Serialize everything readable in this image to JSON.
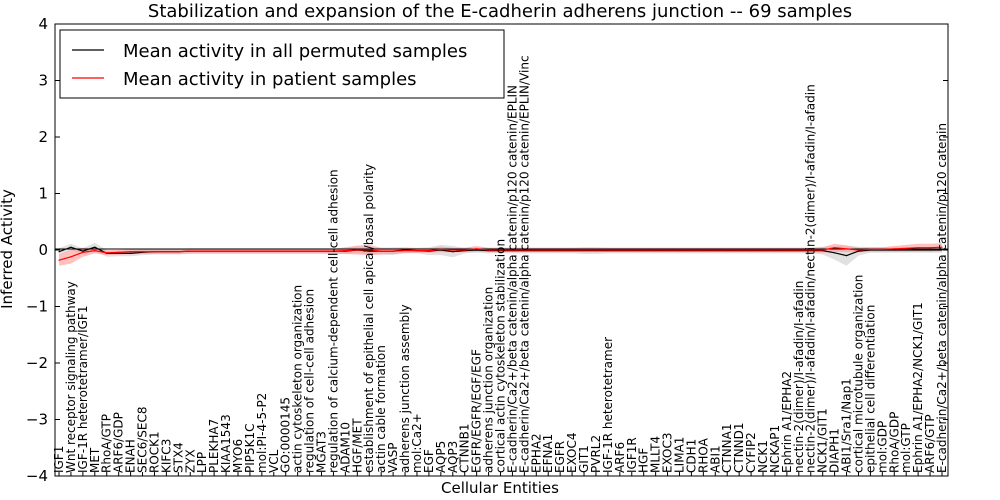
{
  "chart_data": {
    "type": "line",
    "title": "Stabilization and expansion of the E-cadherin adherens junction -- 69 samples",
    "xlabel": "Cellular Entities",
    "ylabel": "Inferred Activity",
    "ylim": [
      -4,
      4
    ],
    "yticks": [
      "−4",
      "−3",
      "−2",
      "−1",
      "0",
      "1",
      "2",
      "3",
      "4"
    ],
    "legend_position": "top-left",
    "grid": false,
    "categories": [
      "IGF1",
      "Wnt receptor signaling pathway",
      "IGF-1R heterotetramer/IGF1",
      "MET",
      "RhoA/GTP",
      "ARF6/GDP",
      "ENAH",
      "SEC6/SEC8",
      "ROCK1",
      "KIFC3",
      "STX4",
      "ZYX",
      "LPP",
      "PLEKHA7",
      "KIAA1543",
      "MYO6",
      "PIP5K1C",
      "mol:PI-4-5-P2",
      "VCL",
      "GO:0000145",
      "actin cytoskeleton organization",
      "regulation of cell-cell adhesion",
      "MGAT3",
      "regulation of calcium-dependent cell-cell adhesion",
      "ADAM10",
      "HGF/MET",
      "establishment of epithelial cell apical/basal polarity",
      "actin cable formation",
      "VASP",
      "adherens junction assembly",
      "mol:Ca2+",
      "EGF",
      "AQP5",
      "AQP3",
      "CTNNB1",
      "EGFR/EGFR/EGF/EGF",
      "adherens junction organization",
      "cortical actin cytoskeleton stabilization",
      "E-cadherin/Ca2+/beta catenin/alpha catenin/p120 catenin/EPLIN",
      "E-cadherin/Ca2+/beta catenin/alpha catenin/p120 catenin/EPLIN/Vinc",
      "EPHA2",
      "EFNA1",
      "EGFR",
      "EXOC4",
      "GIT1",
      "PVRL2",
      "IGF-1R heterotetramer",
      "ARF6",
      "IGF1R",
      "HGF",
      "MLLT4",
      "EXOC3",
      "LIMA1",
      "CDH1",
      "RHOA",
      "ABI1",
      "CTNNA1",
      "CTNND1",
      "CYFIP2",
      "NCK1",
      "NCKAP1",
      "Ephrin A1/EPHA2",
      "nectin-2(dimer)/I-afadin/I-afadin",
      "nectin-2(dimer)/I-afadin/I-afadin/nectin-2(dimer)/I-afadin/I-afadin",
      "NCK1/GIT1",
      "DIAPH1",
      "ABI1/Sra1/Nap1",
      "cortical microtubule organization",
      "epithelial cell differentiation",
      "mol:GDP",
      "RhoA/GDP",
      "mol:GTP",
      "Ephrin A1/EPHA2/NCK1/GIT1",
      "ARF6/GTP",
      "E-cadherin/Ca2+/beta catenin/alpha catenin/p120 catenin"
    ],
    "series": [
      {
        "name": "Mean activity in all permuted samples",
        "color": "#000000",
        "band_color": "#c8c8c8",
        "values": [
          -0.03,
          0.05,
          -0.02,
          0.05,
          -0.06,
          -0.06,
          -0.06,
          -0.04,
          -0.03,
          -0.03,
          -0.03,
          -0.02,
          -0.02,
          -0.02,
          -0.02,
          -0.02,
          -0.02,
          -0.02,
          -0.02,
          -0.02,
          -0.02,
          -0.02,
          -0.02,
          -0.02,
          -0.02,
          0.0,
          -0.02,
          -0.02,
          -0.02,
          0.0,
          -0.01,
          -0.02,
          0.0,
          -0.03,
          -0.01,
          0.0,
          -0.01,
          -0.01,
          -0.01,
          -0.01,
          -0.01,
          -0.01,
          -0.01,
          -0.01,
          -0.01,
          -0.01,
          -0.01,
          -0.01,
          -0.01,
          -0.01,
          -0.01,
          -0.01,
          -0.01,
          -0.01,
          -0.01,
          -0.01,
          -0.01,
          -0.01,
          -0.01,
          -0.01,
          -0.01,
          -0.01,
          -0.01,
          -0.01,
          -0.01,
          -0.05,
          -0.1,
          -0.02,
          0.0,
          0.0,
          0.0,
          0.0,
          0.0,
          0.0,
          0.0
        ],
        "spread": [
          0.06,
          0.06,
          0.05,
          0.08,
          0.06,
          0.05,
          0.05,
          0.05,
          0.05,
          0.05,
          0.05,
          0.05,
          0.05,
          0.05,
          0.05,
          0.05,
          0.05,
          0.05,
          0.05,
          0.05,
          0.05,
          0.05,
          0.05,
          0.05,
          0.05,
          0.06,
          0.06,
          0.06,
          0.07,
          0.05,
          0.05,
          0.07,
          0.09,
          0.1,
          0.05,
          0.05,
          0.05,
          0.05,
          0.05,
          0.05,
          0.05,
          0.05,
          0.05,
          0.05,
          0.06,
          0.06,
          0.05,
          0.05,
          0.05,
          0.05,
          0.05,
          0.05,
          0.05,
          0.05,
          0.05,
          0.05,
          0.05,
          0.05,
          0.05,
          0.05,
          0.05,
          0.05,
          0.05,
          0.05,
          0.07,
          0.12,
          0.18,
          0.08,
          0.05,
          0.05,
          0.05,
          0.05,
          0.05,
          0.05,
          0.05
        ]
      },
      {
        "name": "Mean activity in patient samples",
        "color": "#ff0000",
        "band_color": "#ff9696",
        "values": [
          -0.18,
          -0.12,
          -0.04,
          -0.01,
          -0.05,
          -0.04,
          -0.03,
          -0.03,
          -0.03,
          -0.03,
          -0.03,
          -0.02,
          -0.02,
          -0.02,
          -0.02,
          -0.02,
          -0.02,
          -0.02,
          -0.02,
          -0.02,
          -0.02,
          -0.02,
          -0.02,
          -0.02,
          -0.01,
          0.0,
          0.0,
          -0.02,
          -0.02,
          -0.01,
          -0.01,
          -0.01,
          0.01,
          0.0,
          0.0,
          0.02,
          0.0,
          0.0,
          0.0,
          0.0,
          0.0,
          0.0,
          0.0,
          0.0,
          0.0,
          0.0,
          0.0,
          0.0,
          0.0,
          0.0,
          0.0,
          0.0,
          0.0,
          0.0,
          0.0,
          0.0,
          0.0,
          0.0,
          0.0,
          0.0,
          0.0,
          0.0,
          0.0,
          0.0,
          0.0,
          0.04,
          0.02,
          0.0,
          0.01,
          0.01,
          0.02,
          0.03,
          0.04,
          0.04,
          0.05
        ],
        "spread": [
          0.1,
          0.12,
          0.08,
          0.05,
          0.04,
          0.04,
          0.04,
          0.04,
          0.04,
          0.04,
          0.04,
          0.04,
          0.04,
          0.04,
          0.04,
          0.04,
          0.04,
          0.04,
          0.04,
          0.04,
          0.04,
          0.04,
          0.04,
          0.04,
          0.06,
          0.08,
          0.09,
          0.06,
          0.05,
          0.05,
          0.04,
          0.04,
          0.05,
          0.04,
          0.04,
          0.05,
          0.04,
          0.04,
          0.04,
          0.04,
          0.04,
          0.04,
          0.04,
          0.04,
          0.04,
          0.04,
          0.04,
          0.04,
          0.04,
          0.04,
          0.04,
          0.04,
          0.04,
          0.04,
          0.04,
          0.04,
          0.04,
          0.04,
          0.04,
          0.04,
          0.04,
          0.04,
          0.04,
          0.04,
          0.05,
          0.07,
          0.06,
          0.04,
          0.04,
          0.04,
          0.05,
          0.06,
          0.07,
          0.07,
          0.07
        ]
      }
    ]
  }
}
